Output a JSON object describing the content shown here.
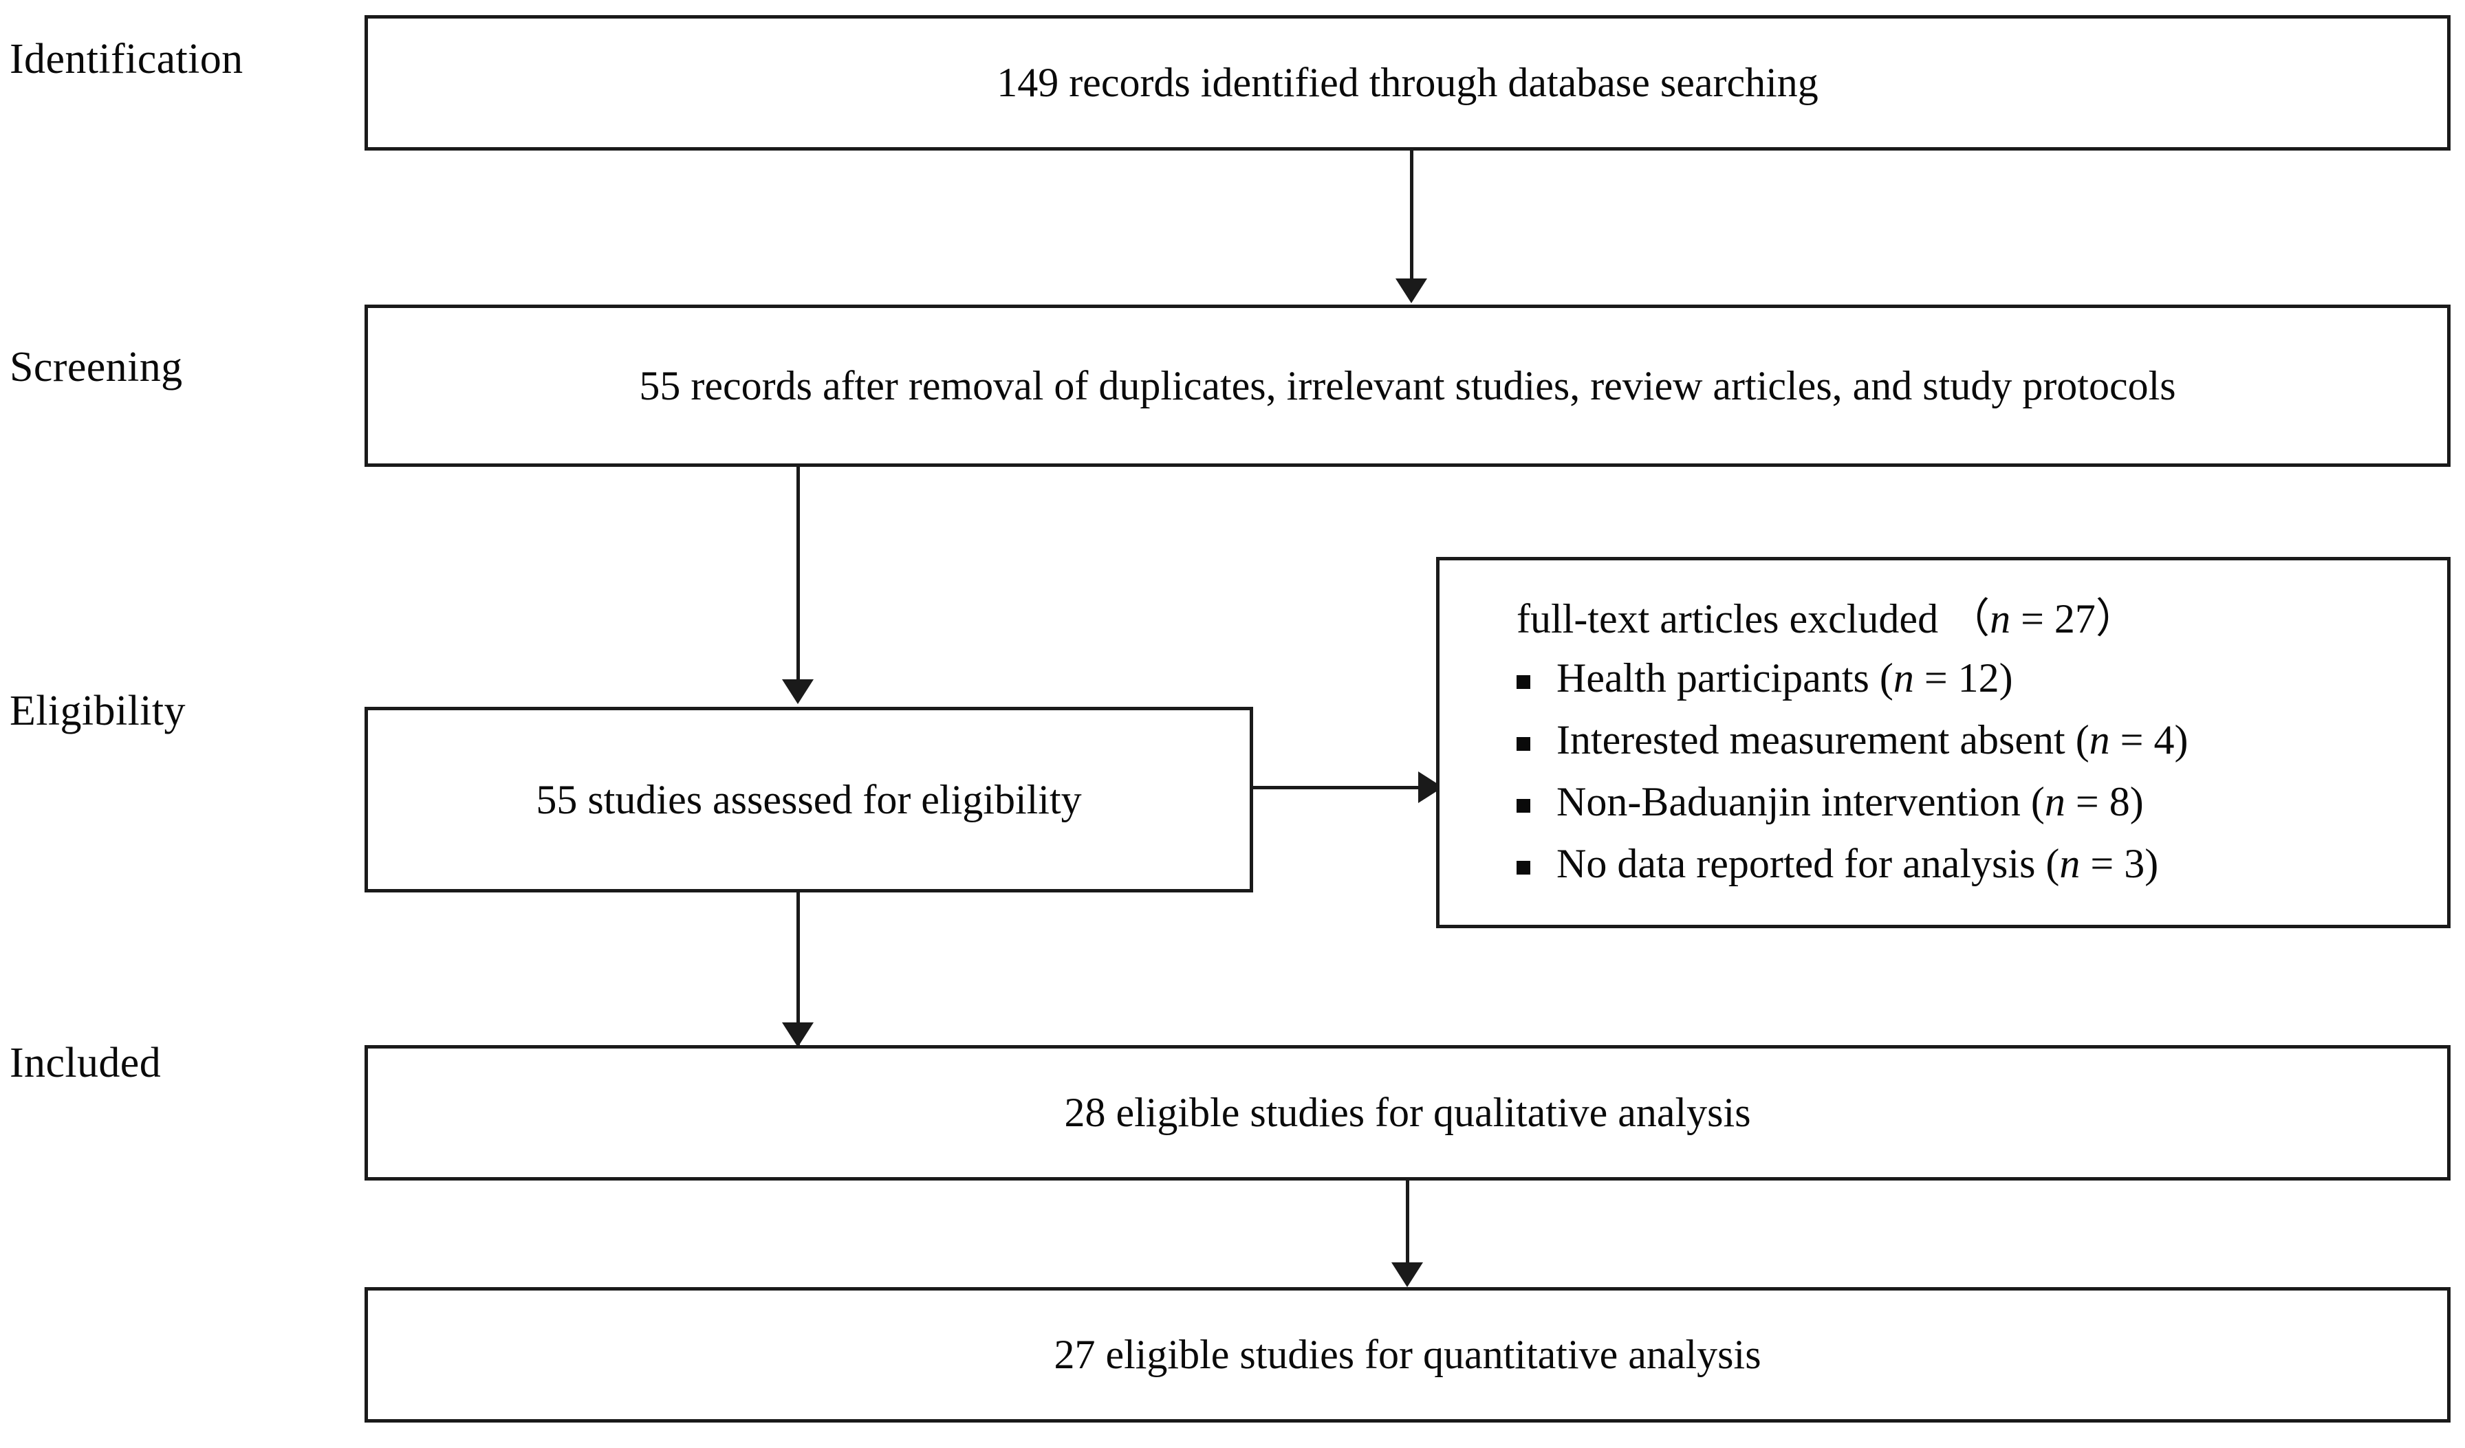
{
  "diagram": {
    "type": "prisma-flow-diagram",
    "stages": [
      {
        "id": "identification",
        "label": "Identification"
      },
      {
        "id": "screening",
        "label": "Screening"
      },
      {
        "id": "eligibility",
        "label": "Eligibility"
      },
      {
        "id": "included",
        "label": "Included"
      }
    ],
    "boxes": {
      "identification": {
        "text": "149 records identified through database searching",
        "count": 149
      },
      "screening": {
        "text": "55 records after removal of duplicates, irrelevant studies, review articles, and study protocols",
        "count": 55
      },
      "eligibility": {
        "text": "55 studies assessed for eligibility",
        "count": 55
      },
      "qualitative": {
        "text": "28 eligible studies for qualitative analysis",
        "count": 28
      },
      "quantitative": {
        "text": "27 eligible studies for quantitative analysis",
        "count": 27
      }
    },
    "exclusion": {
      "title_prefix": "full-text articles excluded",
      "title_paren_open": "（",
      "title_n": "n",
      "title_eq": " = ",
      "title_count": "27",
      "title_paren_close": "）",
      "items": [
        {
          "label": "Health participants",
          "paren_open": " (",
          "n": "n",
          "eq": " = ",
          "count": "12",
          "paren_close": ")"
        },
        {
          "label": "Interested measurement absent",
          "paren_open": " (",
          "n": "n",
          "eq": " = ",
          "count": "4",
          "paren_close": ")"
        },
        {
          "label": "Non-Baduanjin intervention",
          "paren_open": " (",
          "n": "n",
          "eq": " = ",
          "count": "8",
          "paren_close": ")"
        },
        {
          "label": "No data reported for analysis",
          "paren_open": " (",
          "n": "n",
          "eq": " = ",
          "count": "3",
          "paren_close": ")"
        }
      ]
    },
    "colors": {
      "line": "#1a1a1a",
      "text": "#0a0a0a",
      "background": "#ffffff"
    }
  }
}
